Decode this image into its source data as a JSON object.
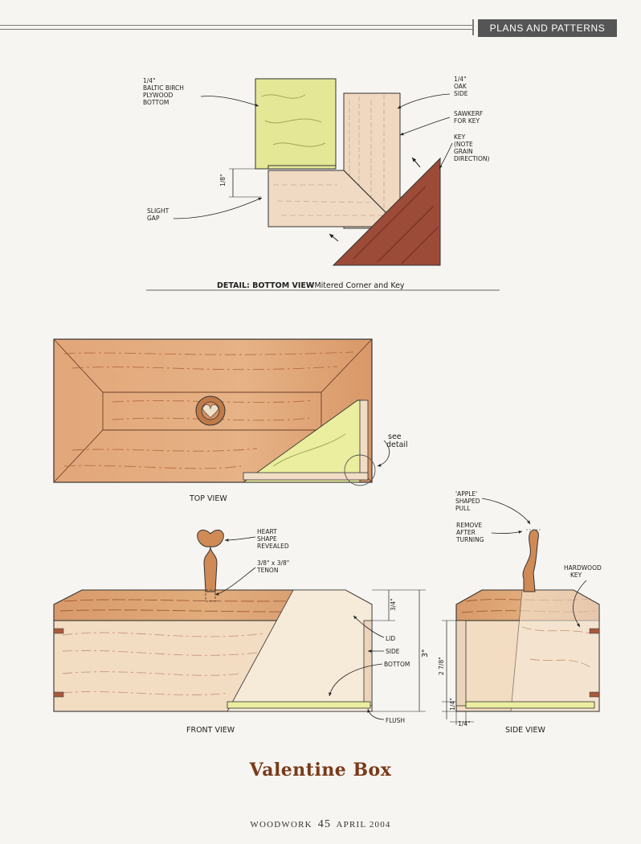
{
  "header": {
    "section": "PLANS AND PATTERNS"
  },
  "detail": {
    "caption_title": "DETAIL: BOTTOM VIEW",
    "caption_sub": "- Mitered Corner and Key",
    "label_bottom": [
      "1/4\"",
      "BALTIC BIRCH",
      "PLYWOOD",
      "BOTTOM"
    ],
    "label_side": [
      "1/4\"",
      "OAK",
      "SIDE"
    ],
    "label_sawkerf": [
      "SAWKERF",
      "FOR KEY"
    ],
    "label_key": [
      "KEY",
      "(NOTE",
      "GRAIN",
      "DIRECTION)"
    ],
    "label_gap": [
      "SLIGHT",
      "GAP"
    ],
    "dim": "1/8\""
  },
  "top_view": {
    "caption": "TOP VIEW",
    "see_detail": [
      "see",
      "detail"
    ]
  },
  "front_view": {
    "caption": "FRONT VIEW",
    "label_heart": [
      "HEART",
      "SHAPE",
      "REVEALED"
    ],
    "label_tenon": [
      "3/8\" x 3/8\"",
      "TENON"
    ],
    "label_lid": "LID",
    "label_side": "SIDE",
    "label_bottom": "BOTTOM",
    "label_flush": "FLUSH",
    "dim_lid": "3/4\"",
    "dim_height": "3\""
  },
  "side_view": {
    "caption": "SIDE VIEW",
    "label_apple": [
      "'APPLE'",
      "SHAPED",
      "PULL"
    ],
    "label_remove": [
      "REMOVE",
      "AFTER",
      "TURNING"
    ],
    "label_key": [
      "HARDWOOD",
      "KEY"
    ],
    "dim_inner": "2 7/8\"",
    "dim_bottom": "1/4\"",
    "dim_side": "1/4\""
  },
  "title": "Valentine Box",
  "footer": {
    "magazine": "WOODWORK",
    "page": "45",
    "date": "APRIL 2004"
  }
}
